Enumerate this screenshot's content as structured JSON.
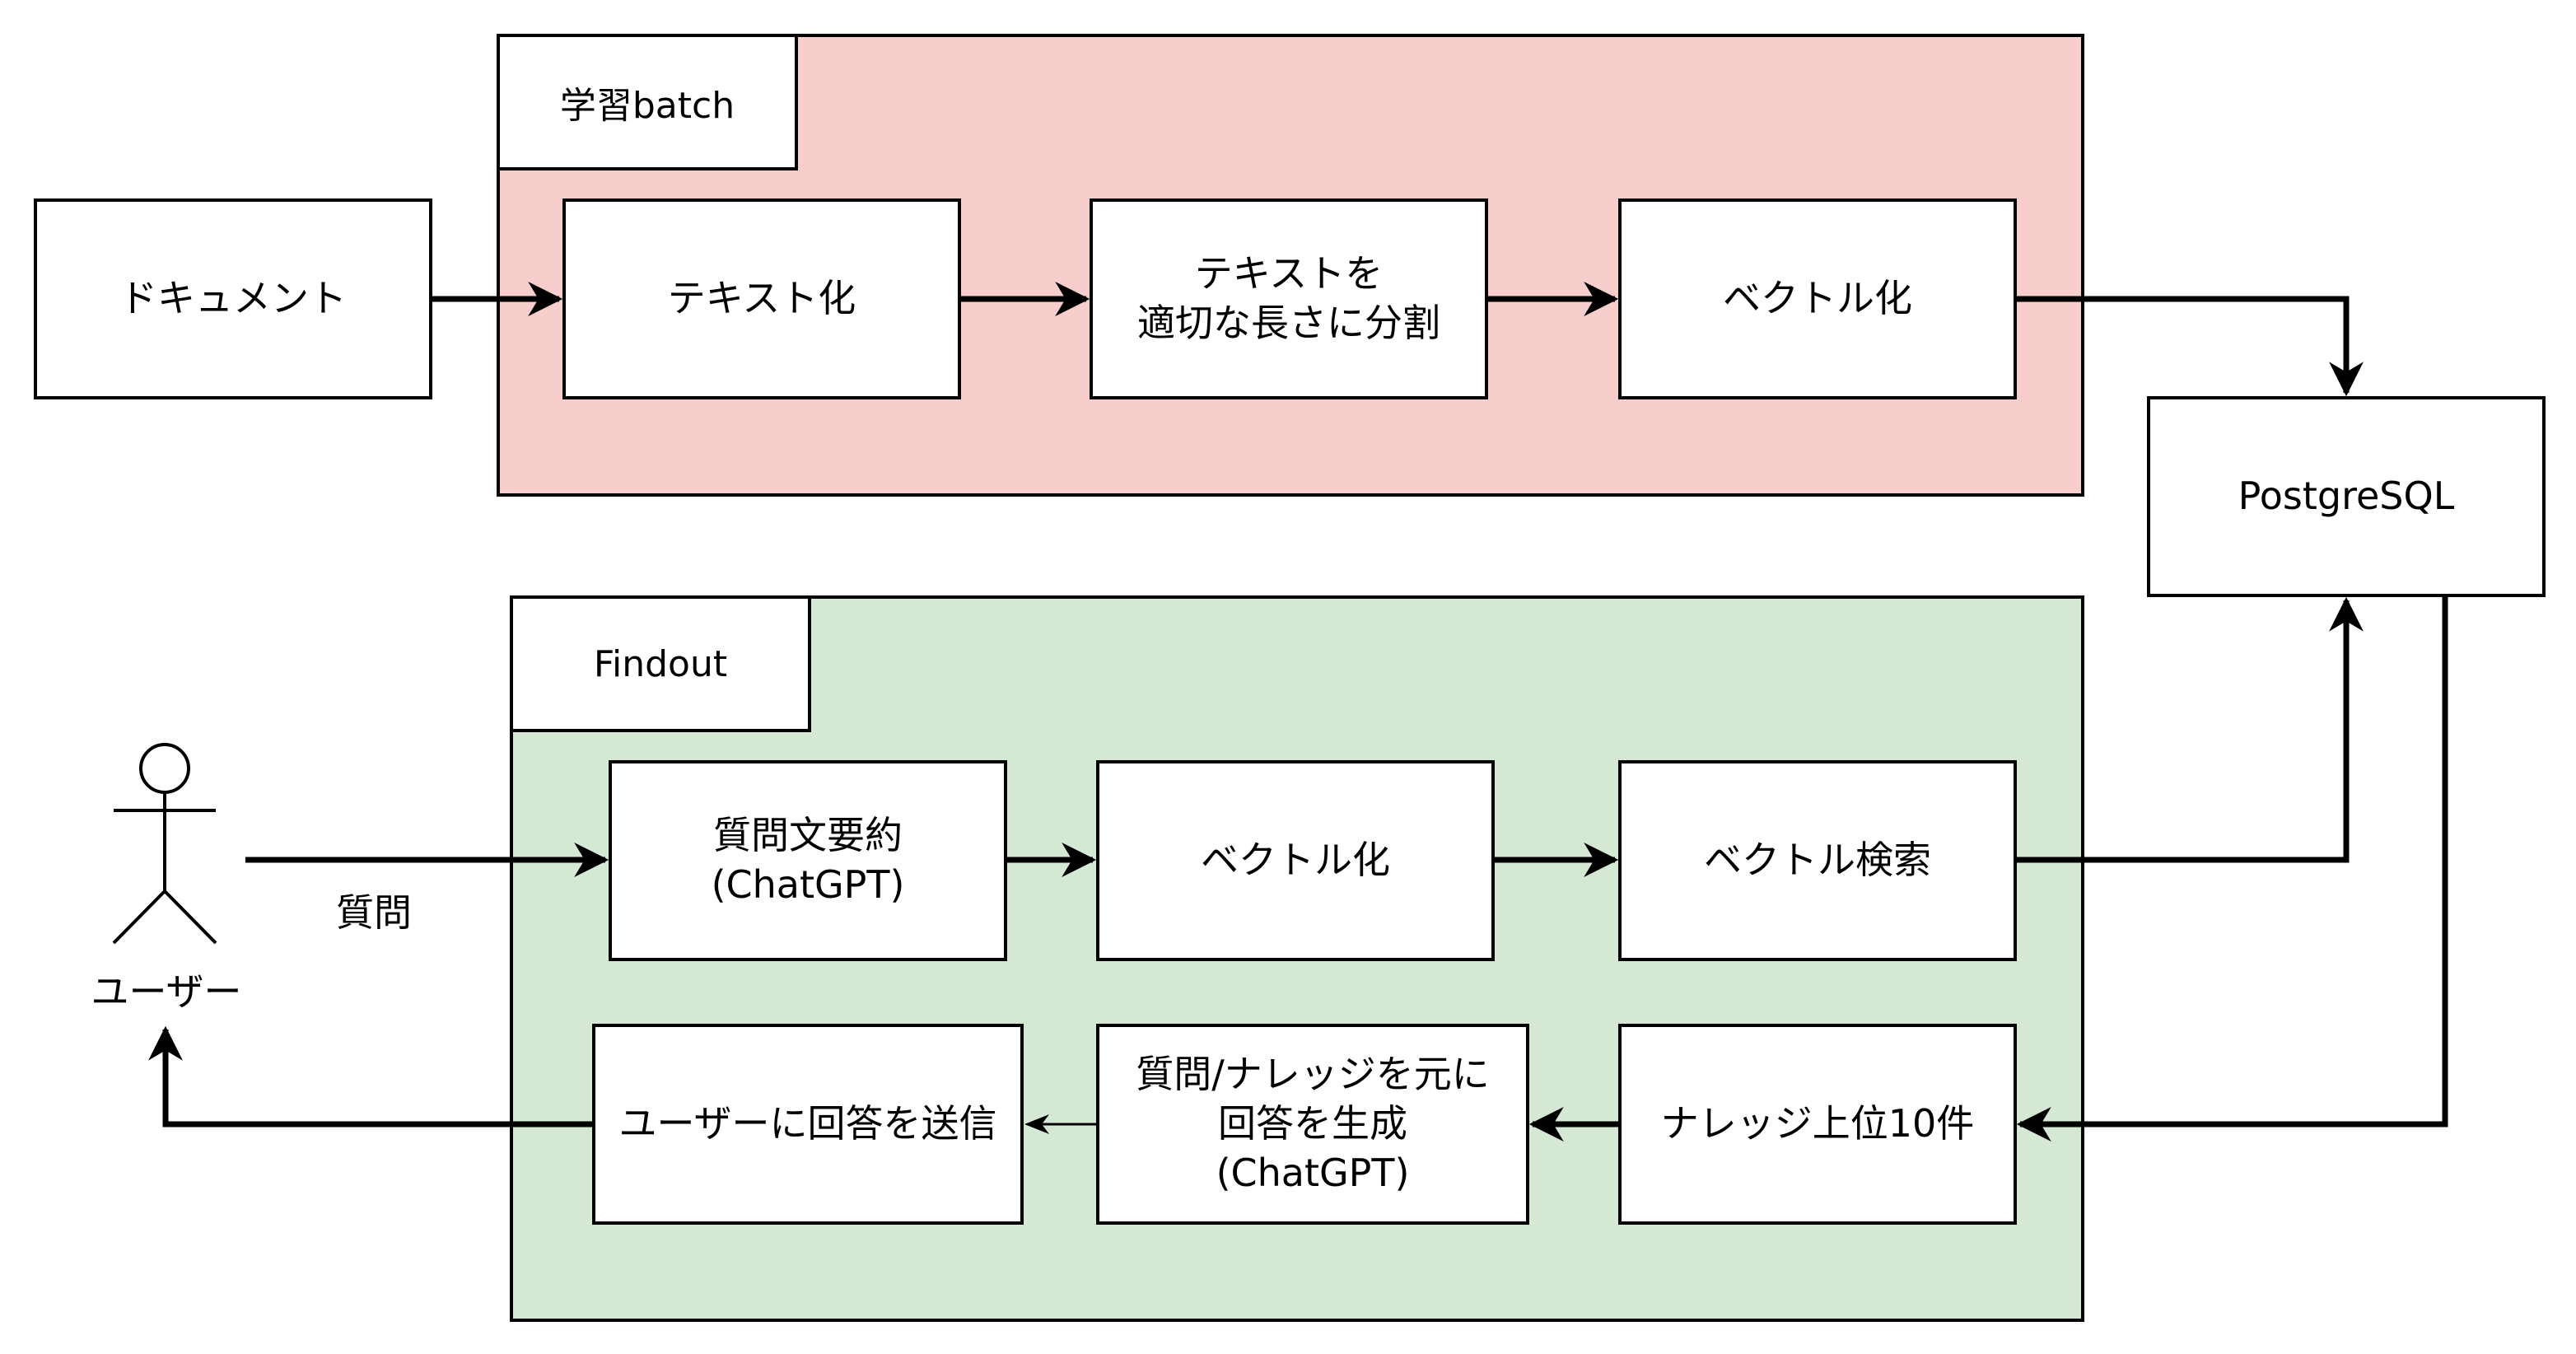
{
  "batch": {
    "label": "学習batch"
  },
  "findout": {
    "label": "Findout"
  },
  "nodes": {
    "document": "ドキュメント",
    "to_text": "テキスト化",
    "split": "テキストを\n適切な長さに分割",
    "vectorize_batch": "ベクトル化",
    "postgres": "PostgreSQL",
    "summarize": "質問文要約\n(ChatGPT)",
    "vectorize_find": "ベクトル化",
    "vector_search": "ベクトル検索",
    "send_answer": "ユーザーに回答を送信",
    "generate_answer": "質問/ナレッジを元に\n回答を生成\n(ChatGPT)",
    "top10": "ナレッジ上位10件"
  },
  "actor": {
    "label": "ユーザー"
  },
  "edges": {
    "question_label": "質問"
  }
}
